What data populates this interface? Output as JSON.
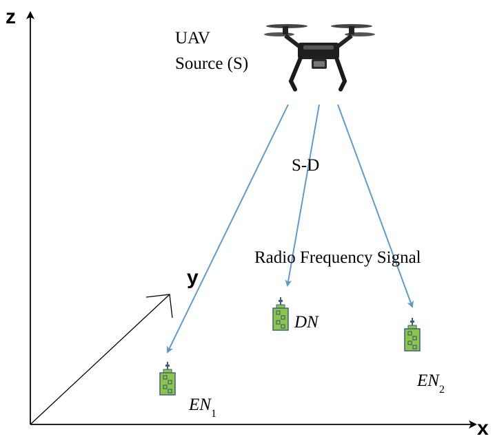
{
  "axes": {
    "z_label": "z",
    "x_label": "x",
    "y_label": "y"
  },
  "uav": {
    "line1": "UAV",
    "line2": "Source (S)"
  },
  "link_labels": {
    "sd": "S-D",
    "rf": "Radio Frequency Signal"
  },
  "nodes": {
    "dn": "DN",
    "en1_main": "EN",
    "en1_sub": "1",
    "en2_main": "EN",
    "en2_sub": "2"
  },
  "colors": {
    "arrow": "#5b9bd5",
    "device_fill": "#8dc641",
    "device_stroke": "#3a5e8c",
    "axis": "#000000"
  },
  "icons": {
    "uav": "drone-icon",
    "device": "sensor-device-icon"
  }
}
